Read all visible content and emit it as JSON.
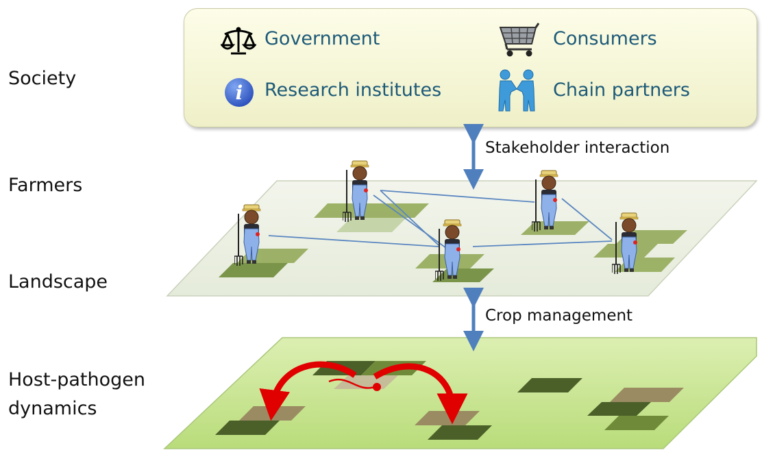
{
  "levels": {
    "society": "Society",
    "farmers": "Farmers",
    "landscape": "Landscape",
    "host_pathogen_line1": "Host-pathogen",
    "host_pathogen_line2": "dynamics"
  },
  "stakeholders": {
    "government": "Government",
    "consumers": "Consumers",
    "research": "Research institutes",
    "chain": "Chain partners"
  },
  "links": {
    "stakeholder_interaction": "Stakeholder interaction",
    "crop_management": "Crop management"
  },
  "colors": {
    "stakeholder_text": "#1d5a78",
    "arrow": "#4f7fbd",
    "infection_arrow": "#e00000",
    "field_light": "#94ab5a",
    "field_dark": "#4b5f29",
    "field_infected": "#9a8b62"
  },
  "icons": [
    "scales-icon",
    "shopping-cart-icon",
    "info-icon",
    "handshake-icon",
    "farmer-icon"
  ]
}
